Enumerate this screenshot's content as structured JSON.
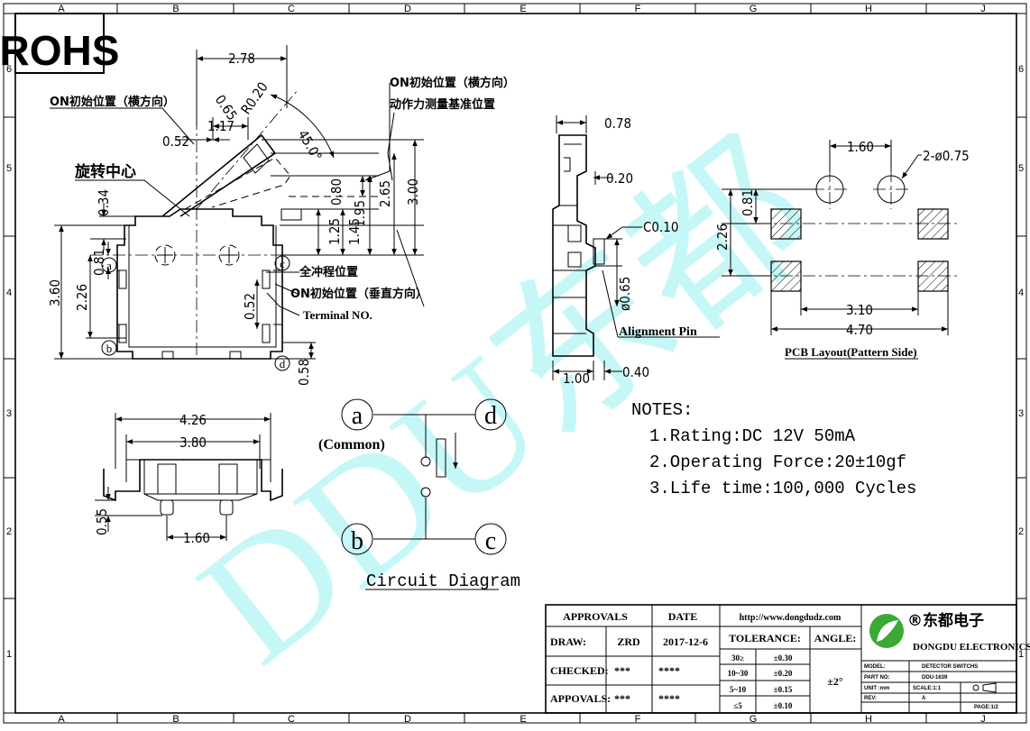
{
  "badge": "ROHS",
  "watermark": "DDU东都",
  "grid": {
    "cols": [
      "A",
      "B",
      "C",
      "D",
      "E",
      "F",
      "G",
      "H",
      "J"
    ],
    "rows": [
      "6",
      "5",
      "4",
      "3",
      "2",
      "1"
    ]
  },
  "side_view": {
    "dims": {
      "w278": "2.78",
      "r065": "0.65",
      "r020": "R0.20",
      "d117": "1.17",
      "d052": "0.52",
      "a45": "45.0°",
      "d034": "0.34",
      "d080": "0.80",
      "d125": "1.25",
      "d195": "1.95",
      "d145": "1.45",
      "d265": "2.65",
      "d300": "3.00",
      "d360": "3.60",
      "d226": "2.26",
      "d081": "0.81",
      "d052b": "0.52",
      "d058": "0.58"
    },
    "labels": {
      "on_initial_h": "ON初始位置（横方向）",
      "on_initial_h2": "ON初始位置（横方向）",
      "force_ref": "动作力测量基准位置",
      "rot_center": "旋转中心",
      "full_stroke": "全冲程位置",
      "on_initial_v": "ON初始位置（垂直方向）",
      "terminal": "Terminal NO."
    },
    "terminals": {
      "a": "a",
      "b": "b",
      "c": "c",
      "d": "d"
    }
  },
  "front_view": {
    "dims": {
      "w426": "4.26",
      "w380": "3.80",
      "d055": "0.55",
      "d160": "1.60"
    }
  },
  "profile_view": {
    "dims": {
      "d078": "0.78",
      "d020": "0.20",
      "c010": "C0.10",
      "phi065": "ø0.65",
      "d100": "1.00",
      "d040": "0.40"
    },
    "alignment_pin": "Alignment Pin"
  },
  "pcb": {
    "dims": {
      "d160": "1.60",
      "holes": "2-ø0.75",
      "d081": "0.81",
      "d226": "2.26",
      "d310": "3.10",
      "d470": "4.70"
    },
    "title": "PCB Layout(Pattern Side)"
  },
  "circuit": {
    "nodes": {
      "a": "a",
      "b": "b",
      "c": "c",
      "d": "d"
    },
    "common": "(Common)",
    "title": "Circuit Diagram"
  },
  "notes": {
    "title": "NOTES:",
    "items": [
      "1.Rating:DC 12V 50mA",
      "2.Operating Force:20±10gf",
      "3.Life time:100,000 Cycles"
    ]
  },
  "title_block": {
    "approvals": "APPROVALS",
    "date": "DATE",
    "url": "http://www.dongdudz.com",
    "draw": "DRAW:",
    "draw_name": "ZRD",
    "draw_date": "2017-12-6",
    "checked": "CHECKED:",
    "checked_name": "***",
    "checked_date": "****",
    "appovals": "APPOVALS:",
    "appovals_name": "***",
    "appovals_date": "****",
    "tolerance": "TOLERANCE:",
    "angle": "ANGLE:",
    "tol_rows": [
      {
        "range": "30≥",
        "val": "±0.30"
      },
      {
        "range": "10~30",
        "val": "±0.20"
      },
      {
        "range": "5~10",
        "val": "±0.15"
      },
      {
        "range": "≤5",
        "val": "±0.10"
      }
    ],
    "angle_val": "±2°",
    "company_cn": "®东都电子",
    "company_en": "DONGDU ELECTRONICS",
    "model_k": "MODEL:",
    "model_v": "DETECTOR SWITCHS",
    "part_k": "PART NO:",
    "part_v": "DDU-1639",
    "unit_k": "UNIT :mm",
    "scale_k": "SCALE:1:1",
    "rev_k": "REV:",
    "rev_v": "A",
    "page_k": "PAGE:1/2",
    "logo_color": "#3aa935"
  }
}
